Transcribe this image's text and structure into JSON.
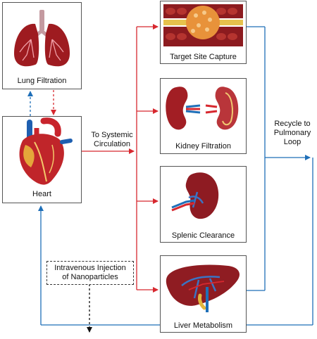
{
  "nodes": {
    "lung": {
      "label": "Lung Filtration",
      "icon": "lungs-icon"
    },
    "heart": {
      "label": "Heart",
      "icon": "heart-icon"
    },
    "target": {
      "label": "Target Site Capture",
      "icon": "capillary-nanoparticle-icon"
    },
    "kidney": {
      "label": "Kidney Filtration",
      "icon": "kidney-icon"
    },
    "spleen": {
      "label": "Splenic Clearance",
      "icon": "spleen-icon"
    },
    "liver": {
      "label": "Liver Metabolism",
      "icon": "liver-icon"
    }
  },
  "annotations": {
    "systemic_line1": "To Systemic",
    "systemic_line2": "Circulation",
    "recycle_line1": "Recycle to",
    "recycle_line2": "Pulmonary",
    "recycle_line3": "Loop",
    "injection_line1": "Intravenous Injection",
    "injection_line2": "of Nanoparticles"
  },
  "colors": {
    "arterial": "#d7282f",
    "venous": "#1f6fb8",
    "injection": "#111111"
  }
}
